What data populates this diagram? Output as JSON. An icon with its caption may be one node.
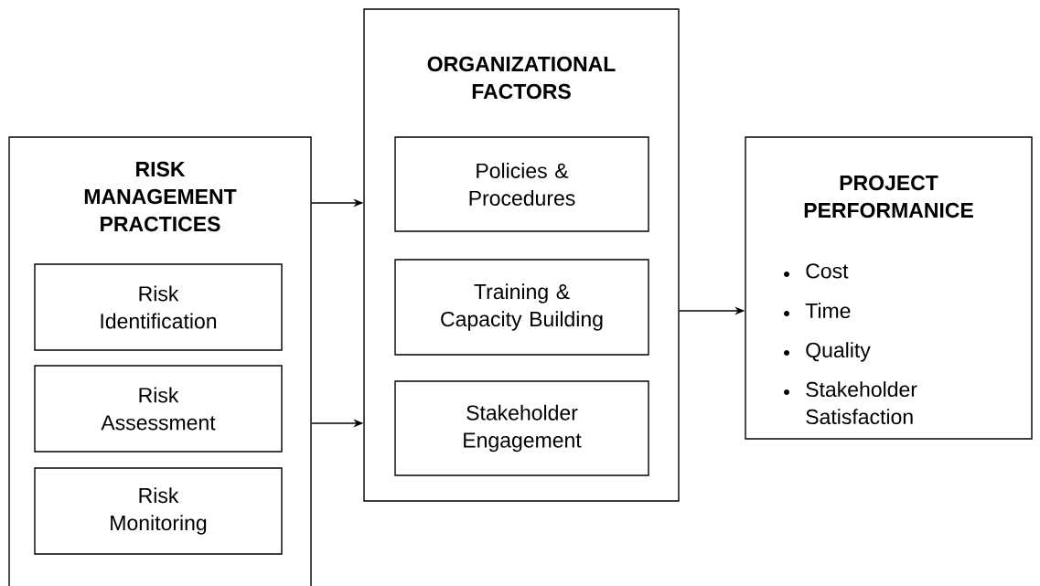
{
  "diagram": {
    "nodes": [
      {
        "text": [
          "RISK MANAGEMENT PRACTICES"
        ]
      },
      {
        "text": [
          "Risk Identification"
        ],
        "in": 0
      },
      {
        "text": [
          "Risk Assessment"
        ],
        "in": 0
      },
      {
        "text": [
          "Risk Monitoring"
        ],
        "in": 0
      },
      {
        "text": [
          "ORGANIZATIONAL FACTORS"
        ]
      },
      {
        "text": [
          "Policies & Procedures"
        ],
        "in": 4
      },
      {
        "text": [
          "Training & Capacity Building"
        ],
        "in": 4
      },
      {
        "text": [
          "Stakeholder Engagement"
        ],
        "in": 4
      },
      {
        "text": [
          "PROJECT PERFORMANICE",
          "Cost",
          "Time",
          "Quality",
          "Stakeholder Satisfaction"
        ]
      }
    ],
    "edges": [
      {
        "from": 0,
        "to": 4,
        "arrow": "to"
      },
      {
        "from": 0,
        "to": 4,
        "arrow": "to"
      },
      {
        "from": 4,
        "to": 8,
        "arrow": "to"
      }
    ]
  }
}
